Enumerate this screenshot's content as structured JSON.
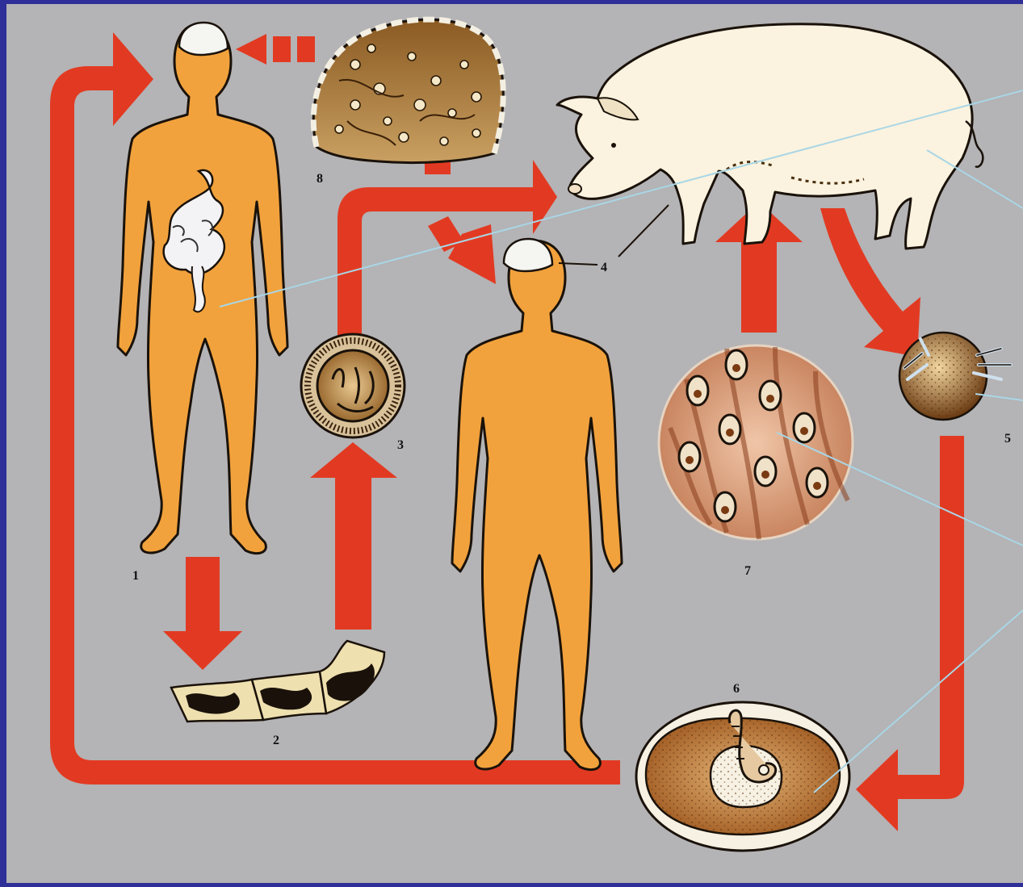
{
  "colors": {
    "frame": "#2f2f9a",
    "background": "#b4b3b5",
    "arrow": "#e23a22",
    "human_body": "#f2a23c",
    "outline": "#1a120a",
    "pointer_line": "#a9d6e6",
    "pig": "#fbf3df"
  },
  "labels": {
    "n1": "1",
    "n2": "2",
    "n3": "3",
    "n4": "4",
    "n5": "5",
    "n6": "6",
    "n7": "7",
    "n8": "8"
  },
  "icons": {
    "human_adult_host": "human-figure-icon",
    "human_cysticercosis": "human-figure-icon",
    "pig": "pig-icon",
    "proglottids": "tapeworm-segments-icon",
    "egg": "egg-icon",
    "oncosphere": "oncosphere-icon",
    "cysticerci_in_muscle": "muscle-tissue-icon",
    "cysticercus": "cysticercus-icon",
    "brain_section": "brain-section-icon"
  }
}
